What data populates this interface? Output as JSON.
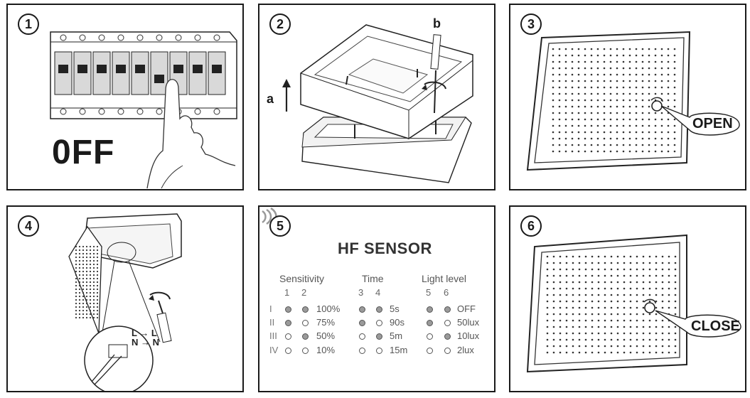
{
  "steps": [
    "1",
    "2",
    "3",
    "4",
    "5",
    "6"
  ],
  "panel1": {
    "label": "0FF"
  },
  "panel2": {
    "label_a": "a",
    "label_b": "b"
  },
  "panel3": {
    "callout": "OPEN"
  },
  "panel4": {
    "wiring_l": "L → L",
    "wiring_n": "N → N"
  },
  "panel6": {
    "callout": "CLOSE"
  },
  "sensor": {
    "title": "HF SENSOR",
    "icon": "wave-sensor-icon",
    "groups": [
      {
        "name": "Sensitivity",
        "switches": [
          "1",
          "2"
        ],
        "values": [
          "100%",
          "75%",
          "50%",
          "10%"
        ]
      },
      {
        "name": "Time",
        "switches": [
          "3",
          "4"
        ],
        "values": [
          "5s",
          "90s",
          "5m",
          "15m"
        ]
      },
      {
        "name": "Light level",
        "switches": [
          "5",
          "6"
        ],
        "values": [
          "OFF",
          "50lux",
          "10lux",
          "2lux"
        ]
      }
    ],
    "rows": [
      "I",
      "II",
      "III",
      "IV"
    ],
    "dip_states": [
      [
        [
          1,
          1
        ],
        [
          1,
          1
        ],
        [
          1,
          1
        ]
      ],
      [
        [
          1,
          0
        ],
        [
          1,
          0
        ],
        [
          1,
          0
        ]
      ],
      [
        [
          0,
          1
        ],
        [
          0,
          1
        ],
        [
          0,
          1
        ]
      ],
      [
        [
          0,
          0
        ],
        [
          0,
          0
        ],
        [
          0,
          0
        ]
      ]
    ]
  }
}
